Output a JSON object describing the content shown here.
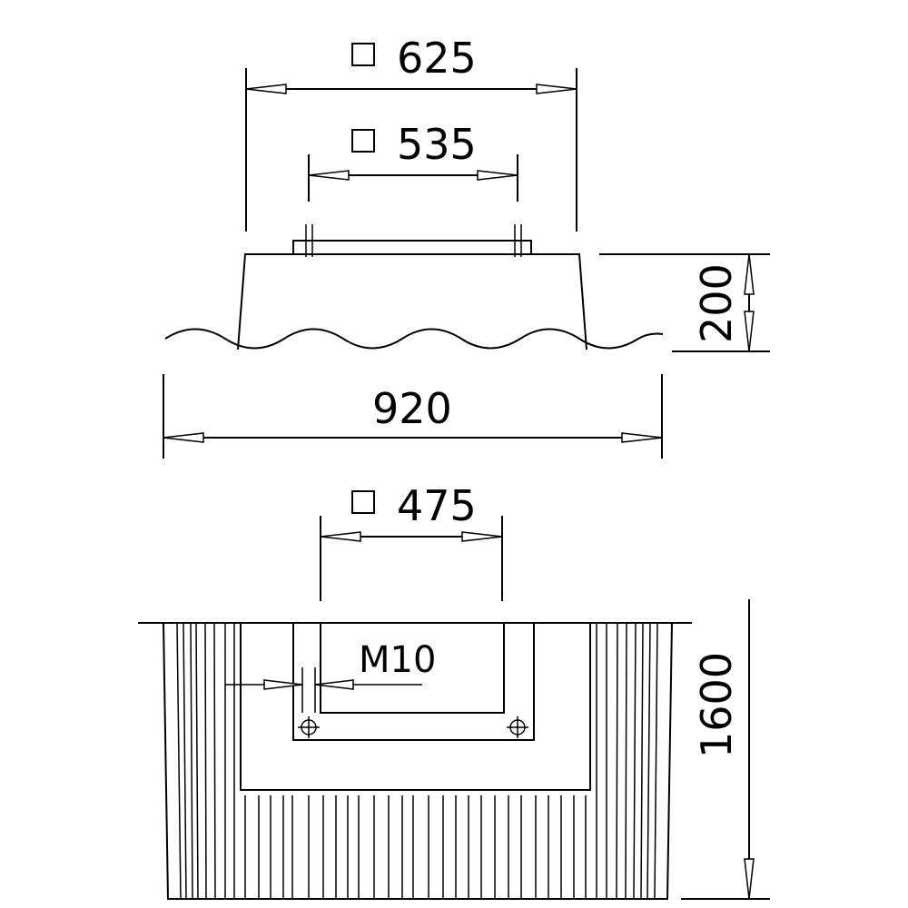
{
  "dimensions": {
    "d625": "625",
    "d535": "535",
    "d200": "200",
    "d920": "920",
    "d475": "475",
    "d1600": "1600"
  },
  "labels": {
    "thread": "M10"
  }
}
